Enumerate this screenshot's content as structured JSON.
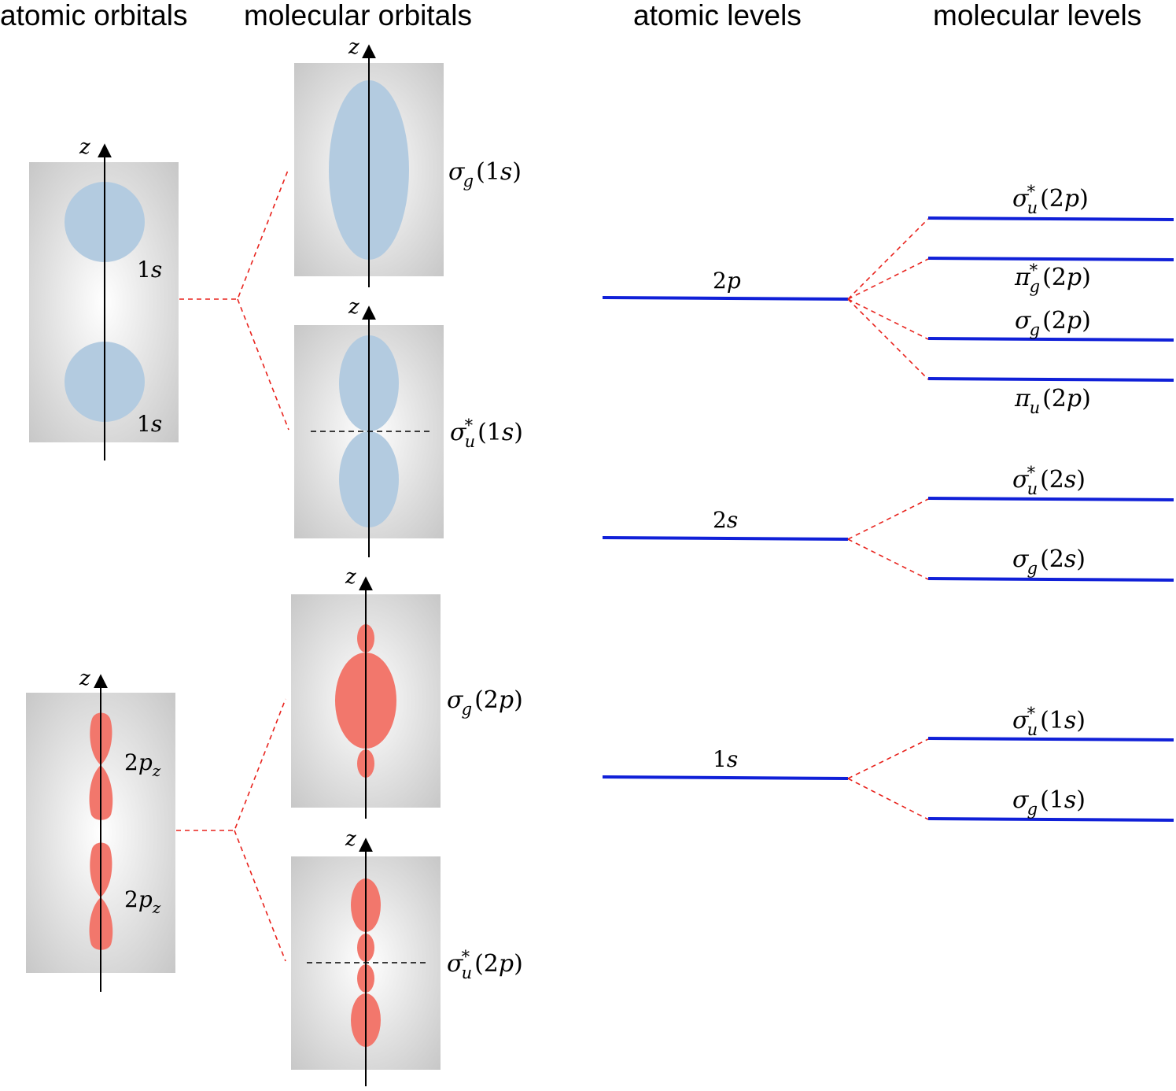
{
  "headers": {
    "atomic_orbitals": "atomic orbitals",
    "molecular_orbitals": "molecular orbitals",
    "atomic_levels": "atomic levels",
    "molecular_levels": "molecular levels"
  },
  "axis_label": "z",
  "colors": {
    "s_orbital": "#b3cbe0",
    "p_orbital": "#f2776c",
    "level_line": "#1020d8",
    "connector": "#e8231d",
    "panel_edge": "#c8c8c8",
    "panel_center": "#ffffff"
  },
  "atomic_orbitals": {
    "s_labels": {
      "top": "1s",
      "bottom": "1s"
    },
    "p_labels": {
      "top": "2p",
      "top_sub": "z",
      "bottom": "2p",
      "bottom_sub": "z"
    }
  },
  "molecular_orbitals": {
    "sigma_g_1s": {
      "greek": "σ",
      "sub": "g",
      "sup": "",
      "arg": "(1s)"
    },
    "sigma_u_star_1s": {
      "greek": "σ",
      "sub": "u",
      "sup": "*",
      "arg": "(1s)"
    },
    "sigma_g_2p": {
      "greek": "σ",
      "sub": "g",
      "sup": "",
      "arg": "(2p)"
    },
    "sigma_u_star_2p": {
      "greek": "σ",
      "sub": "u",
      "sup": "*",
      "arg": "(2p)"
    }
  },
  "atomic_levels": [
    "2p",
    "2s",
    "1s"
  ],
  "molecular_levels": {
    "2p": [
      {
        "greek": "σ",
        "sub": "u",
        "sup": "*",
        "arg": "(2p)"
      },
      {
        "greek": "π",
        "sub": "g",
        "sup": "*",
        "arg": "(2p)"
      },
      {
        "greek": "σ",
        "sub": "g",
        "sup": "",
        "arg": "(2p)"
      },
      {
        "greek": "π",
        "sub": "u",
        "sup": "",
        "arg": "(2p)"
      }
    ],
    "2s": [
      {
        "greek": "σ",
        "sub": "u",
        "sup": "*",
        "arg": "(2s)"
      },
      {
        "greek": "σ",
        "sub": "g",
        "sup": "",
        "arg": "(2s)"
      }
    ],
    "1s": [
      {
        "greek": "σ",
        "sub": "u",
        "sup": "*",
        "arg": "(1s)"
      },
      {
        "greek": "σ",
        "sub": "g",
        "sup": "",
        "arg": "(1s)"
      }
    ]
  }
}
